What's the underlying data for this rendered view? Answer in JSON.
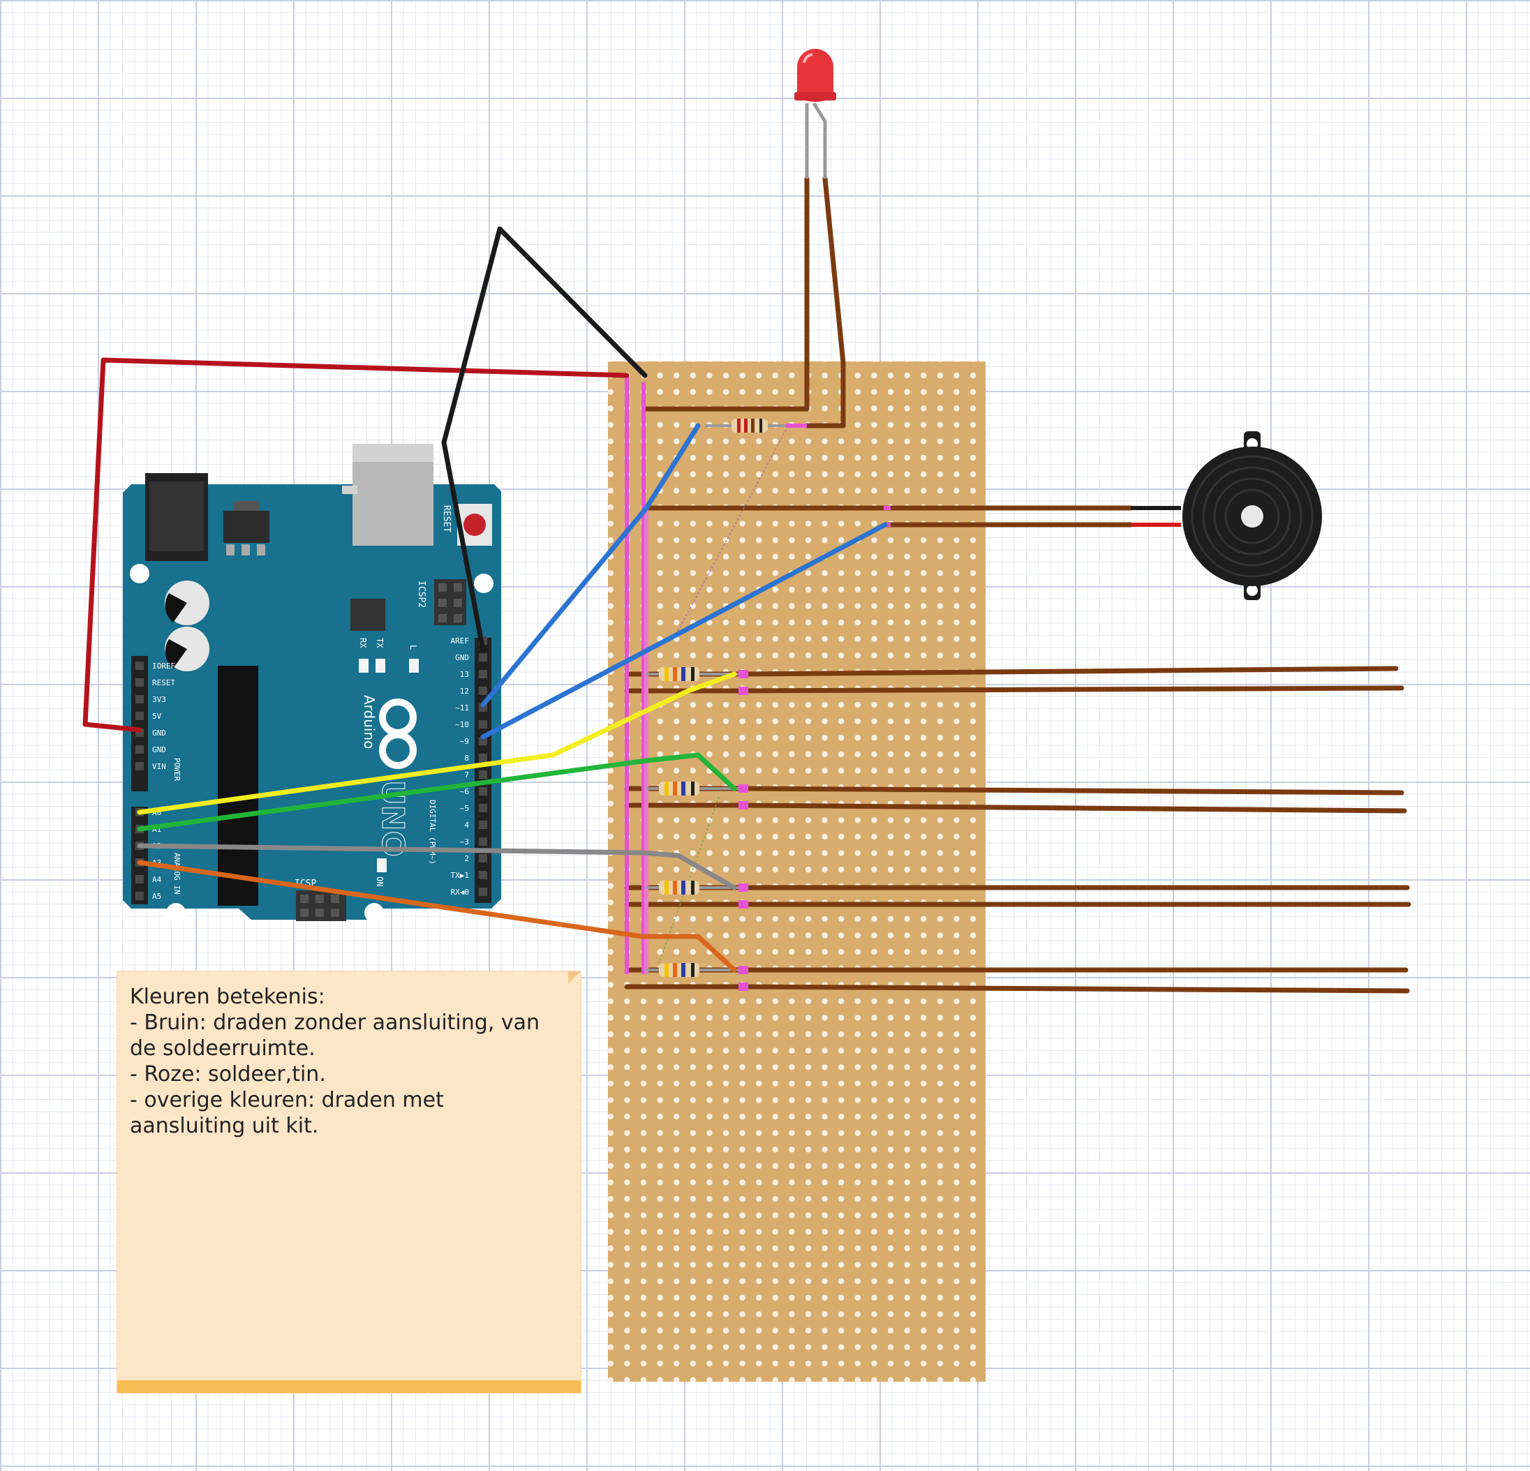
{
  "arduino": {
    "logo_text": "Arduino",
    "model_text": "UNO",
    "reset_label": "RESET",
    "icsp2_label": "ICSP2",
    "icsp_label": "ICSP",
    "on_label": "ON",
    "tx_label": "TX",
    "rx_label": "RX",
    "l_label": "L",
    "digital_label": "DIGITAL (PWM~)",
    "power_label": "POWER",
    "analog_label": "ANALOG IN",
    "power_pins": [
      "IOREF",
      "RESET",
      "3V3",
      "5V",
      "GND",
      "GND",
      "VIN"
    ],
    "analog_pins": [
      "A0",
      "A1",
      "A2",
      "A3",
      "A4",
      "A5"
    ],
    "digital_pins": [
      "AREF",
      "GND",
      "13",
      "12",
      "~11",
      "~10",
      "~9",
      "8",
      "7",
      "~6",
      "~5",
      "4",
      "~3",
      "2",
      "TX▶1",
      "RX◀0"
    ]
  },
  "wire_colors": {
    "red": "#b5121b",
    "black": "#1a1a1a",
    "blue": "#2c74d2",
    "yellow": "#f2ee1e",
    "green": "#22b53a",
    "gray": "#888888",
    "orange": "#d9661b",
    "brown": "#7a3a0f",
    "solder_pink": "#e552d6"
  },
  "board_colors": {
    "arduino": "#17718f",
    "stripboard": "#d8ac6d",
    "led": "#e8353b",
    "buzzer": "#1d1d1d"
  },
  "legend": {
    "title": "Kleuren betekenis:",
    "lines": [
      "- Bruin: draden zonder aansluiting, van",
      "de soldeerruimte.",
      "- Roze: soldeer,tin.",
      "- overige kleuren: draden met",
      "aansluiting uit kit."
    ]
  }
}
